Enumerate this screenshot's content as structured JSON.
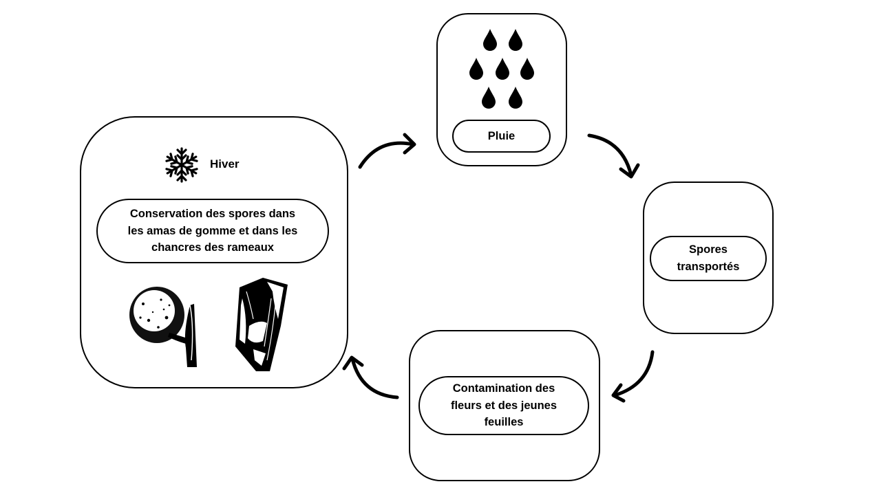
{
  "winter": {
    "season_label": "Hiver",
    "description_lines": [
      "Conservation  des spores dans",
      "les amas de gomme et dans les",
      "chancres des rameaux"
    ],
    "icon": "snowflake-icon",
    "images": [
      "gummy-fruit-illustration",
      "branch-canker-illustration"
    ]
  },
  "rain": {
    "label": "Pluie",
    "icon": "raindrops-icon"
  },
  "spores": {
    "label_lines": [
      "Spores",
      "transportés"
    ]
  },
  "contamination": {
    "label_lines": [
      "Contamination  des",
      "fleurs et des jeunes",
      "feuilles"
    ]
  },
  "arrows": [
    "winter-to-rain",
    "rain-to-spores",
    "spores-to-contamination",
    "contamination-to-winter"
  ],
  "colors": {
    "ink": "#000000",
    "background": "#ffffff"
  }
}
